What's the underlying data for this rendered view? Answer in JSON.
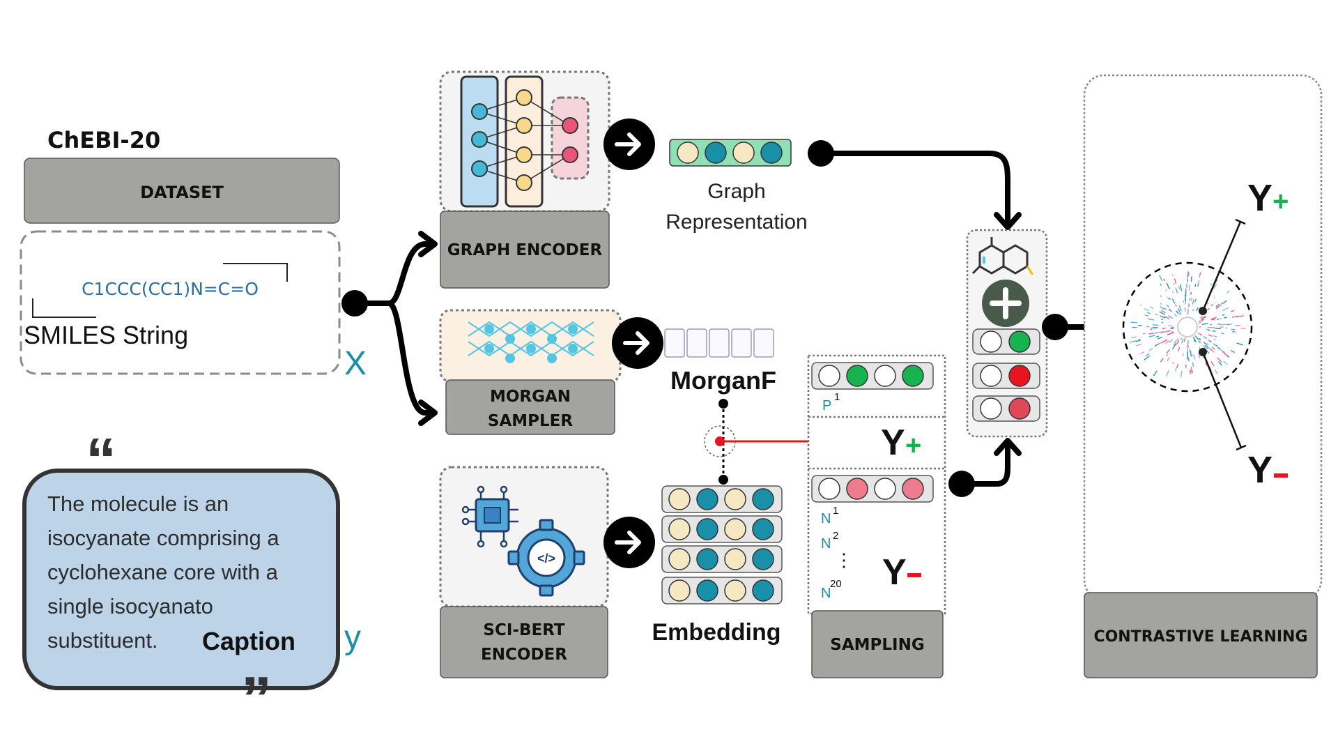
{
  "dataset": {
    "name": "ChEBI-20",
    "box_label": "DATASET",
    "smiles_value": "C1CCC(CC1)N=C=O",
    "smiles_label": "SMILES String",
    "input_var": "X"
  },
  "caption": {
    "text_lines": [
      "The molecule is an",
      "isocyanate comprising a",
      "cyclohexane core with a",
      "single isocyanato",
      "substituent."
    ],
    "label": "Caption",
    "var": "y"
  },
  "encoders": {
    "graph": {
      "box_label": "GRAPH ENCODER",
      "output_lines": [
        "Graph",
        "Representation"
      ]
    },
    "morgan": {
      "box_label_lines": [
        "MORGAN",
        "SAMPLER"
      ],
      "output_label": "MorganF"
    },
    "scibert": {
      "box_label_lines": [
        "SCI-BERT",
        "ENCODER"
      ],
      "output_label": "Embedding"
    }
  },
  "sampling": {
    "box_label": "SAMPLING",
    "positive_label": "P",
    "positive_sup": "1",
    "negative_labels": [
      {
        "label": "N",
        "sup": "1"
      },
      {
        "label": "N",
        "sup": "2"
      },
      {
        "label": "N",
        "sup": "20"
      }
    ],
    "ellipsis": "⋮",
    "y_pos": "Y",
    "y_pos_sign": "+",
    "y_neg": "Y",
    "y_neg_sign": "-"
  },
  "contrastive": {
    "box_label": "CONTRASTIVE LEARNING",
    "y_pos": "Y",
    "y_pos_sign": "+",
    "y_neg": "Y",
    "y_neg_sign": "-"
  },
  "colors": {
    "box_gray": "#a3a39f",
    "teal": "#1a8fa8",
    "cream": "#f6e8c2",
    "green": "#18b351",
    "red": "#e8141e",
    "pink": "#ee7c8c",
    "caption_bg": "#bcd3e8",
    "smiles_text": "#2a6ea8"
  },
  "icons": [
    "arrow-circle-icon",
    "plus-circle-icon",
    "molecule-icon",
    "chip-gear-icon",
    "neural-net-icon",
    "morgan-lattice-icon",
    "point-cloud-icon"
  ]
}
